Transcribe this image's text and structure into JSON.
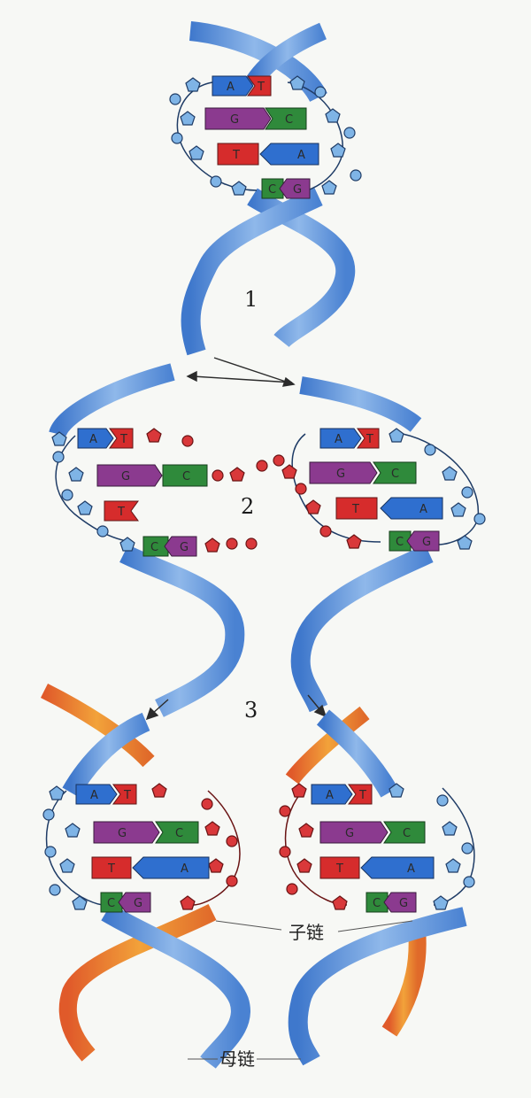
{
  "step_labels": {
    "step1": "1",
    "step2": "2",
    "step3": "3"
  },
  "strand_labels": {
    "daughter": "子链",
    "parent": "母链"
  },
  "base_letters": {
    "a": "A",
    "t": "T",
    "g": "G",
    "c": "C"
  },
  "colors": {
    "parent_strand": "#6f9fdb",
    "daughter_strand": "#e2773a",
    "parent_nucleotide": "#7fb4e6",
    "daughter_nucleotide": "#d9383a",
    "base_a": "#2f6fcf",
    "base_t": "#d62c2c",
    "base_g": "#8b3a8f",
    "base_c": "#2f8a3b"
  }
}
